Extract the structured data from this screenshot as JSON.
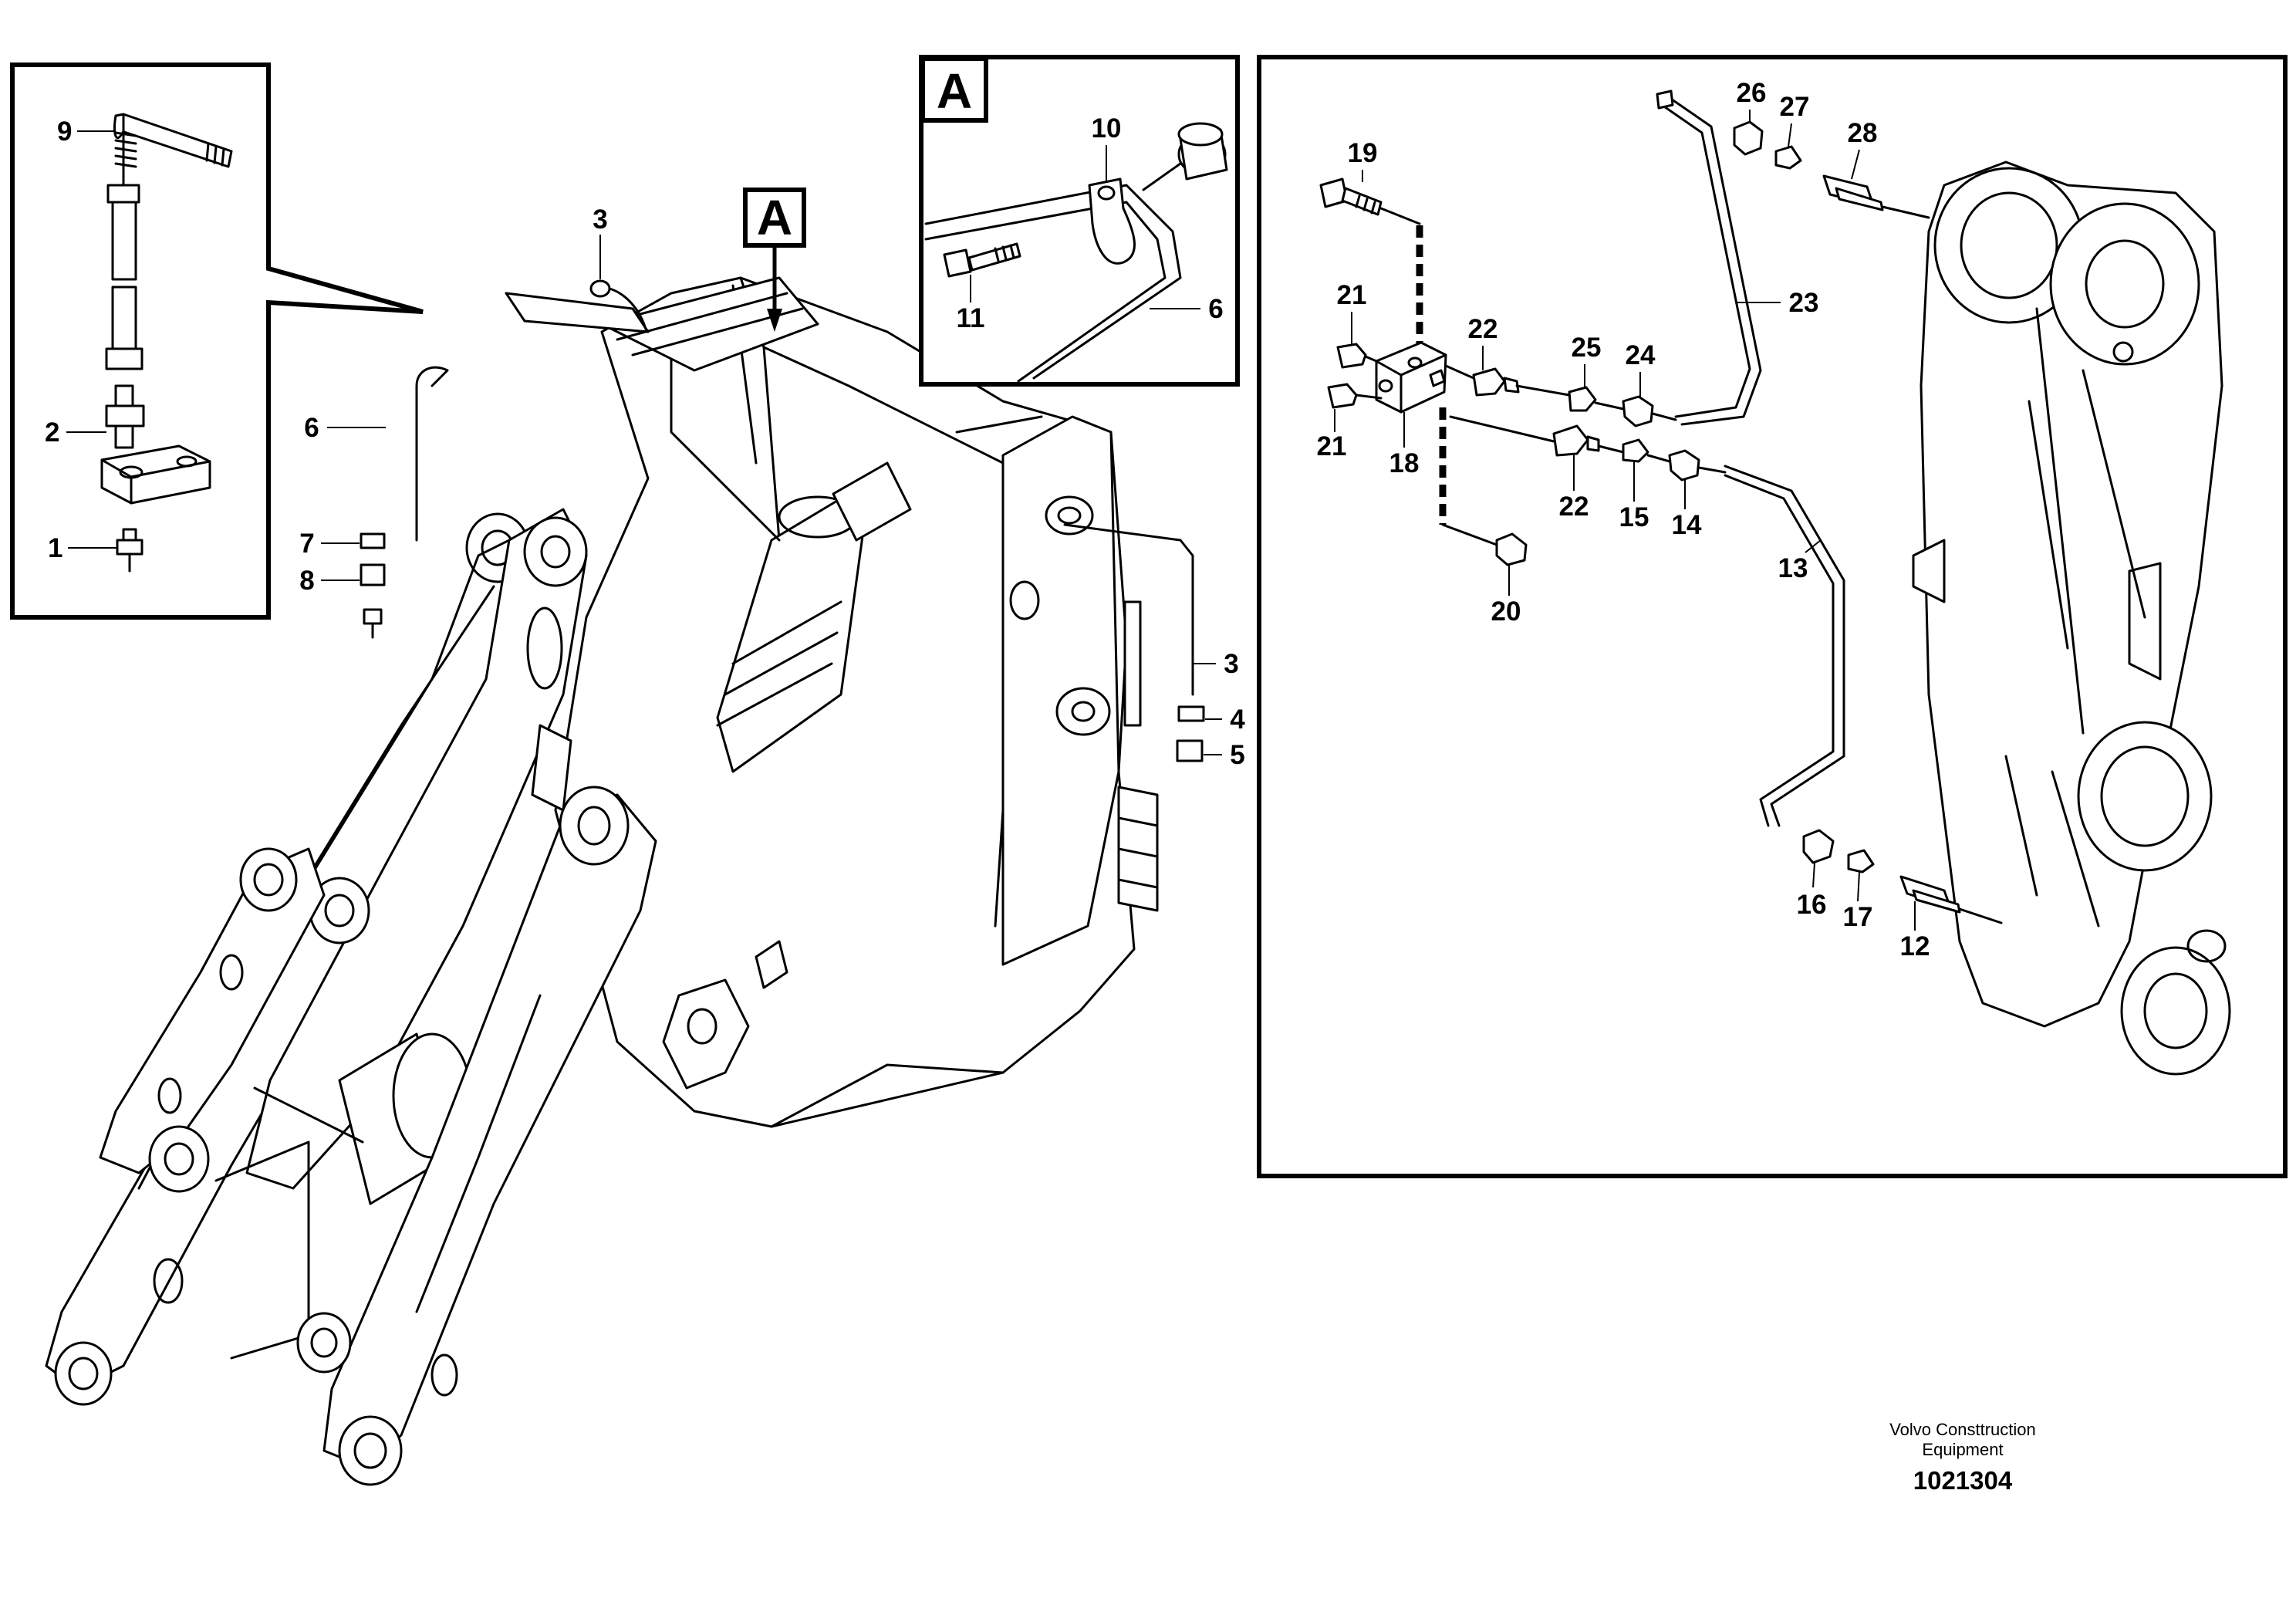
{
  "labels": {
    "l1": "1",
    "l2": "2",
    "l3a": "3",
    "l3b": "3",
    "l4": "4",
    "l5": "5",
    "l6a": "6",
    "l6b": "6",
    "l7": "7",
    "l8": "8",
    "l9": "9",
    "l10": "10",
    "l11": "11",
    "l12": "12",
    "l13": "13",
    "l14": "14",
    "l15": "15",
    "l16": "16",
    "l17": "17",
    "l18": "18",
    "l19": "19",
    "l20": "20",
    "l21a": "21",
    "l21b": "21",
    "l22a": "22",
    "l22b": "22",
    "l23": "23",
    "l24": "24",
    "l25": "25",
    "l26": "26",
    "l27": "27",
    "l28": "28"
  },
  "view_marker": {
    "detail": "A",
    "callout": "A"
  },
  "footer": {
    "credit_line1": "Volvo Consttruction",
    "credit_line2": "Equipment",
    "doc_number": "1021304"
  }
}
